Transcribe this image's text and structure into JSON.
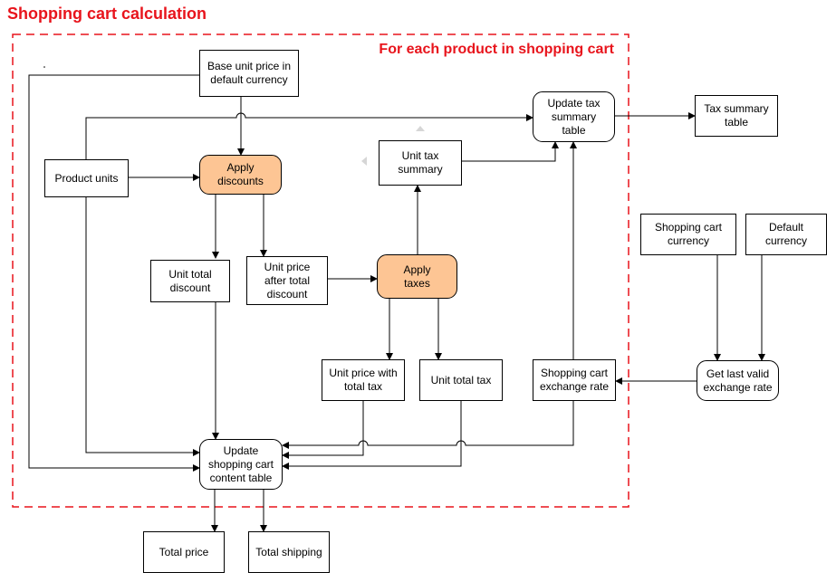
{
  "title": "Shopping cart calculation",
  "loop_label": "For each product in shopping cart",
  "nodes": {
    "base_unit_price": "Base unit price in\ndefault currency",
    "product_units": "Product units",
    "apply_discounts": "Apply\ndiscounts",
    "unit_total_discount": "Unit total\ndiscount",
    "unit_price_after_discount": "Unit price\nafter total\ndiscount",
    "apply_taxes": "Apply\ntaxes",
    "unit_tax_summary": "Unit tax\nsummary",
    "update_tax_summary": "Update tax\nsummary\ntable",
    "tax_summary_table": "Tax summary\ntable",
    "unit_price_with_tax": "Unit price with\ntotal tax",
    "unit_total_tax": "Unit total tax",
    "cart_exchange_rate": "Shopping cart\nexchange rate",
    "update_cart_content": "Update\nshopping cart\ncontent table",
    "total_price": "Total price",
    "total_shipping": "Total shipping",
    "cart_currency": "Shopping cart\ncurrency",
    "default_currency": "Default\ncurrency",
    "get_exchange_rate": "Get last valid\nexchange rate"
  },
  "colors": {
    "accent": "#e8141c",
    "process_fill": "#fdc594",
    "line": "#000000"
  }
}
